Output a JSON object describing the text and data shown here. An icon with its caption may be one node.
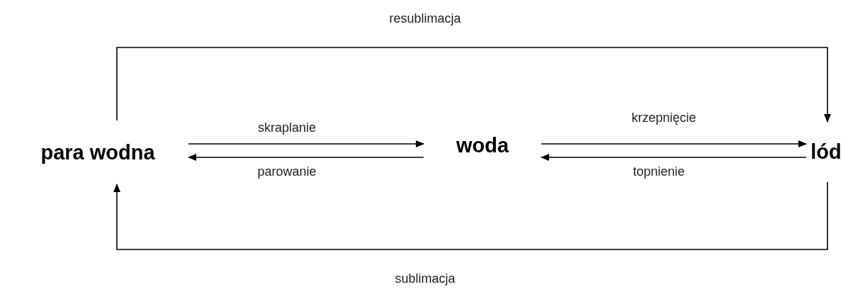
{
  "diagram": {
    "nodes": [
      {
        "text": [
          "para wodna"
        ]
      },
      {
        "text": [
          "woda"
        ]
      },
      {
        "text": [
          "lód"
        ]
      }
    ],
    "edges": [
      {
        "from": 0,
        "to": 1,
        "arrow": "to",
        "label": "skraplanie"
      },
      {
        "from": 1,
        "to": 0,
        "arrow": "to",
        "label": "parowanie"
      },
      {
        "from": 1,
        "to": 2,
        "arrow": "to",
        "label": "krzepnięcie"
      },
      {
        "from": 2,
        "to": 1,
        "arrow": "to",
        "label": "topnienie"
      },
      {
        "from": 0,
        "to": 2,
        "arrow": "to",
        "label": "resublimacja"
      },
      {
        "from": 2,
        "to": 0,
        "arrow": "to",
        "label": "sublimacja"
      }
    ]
  }
}
